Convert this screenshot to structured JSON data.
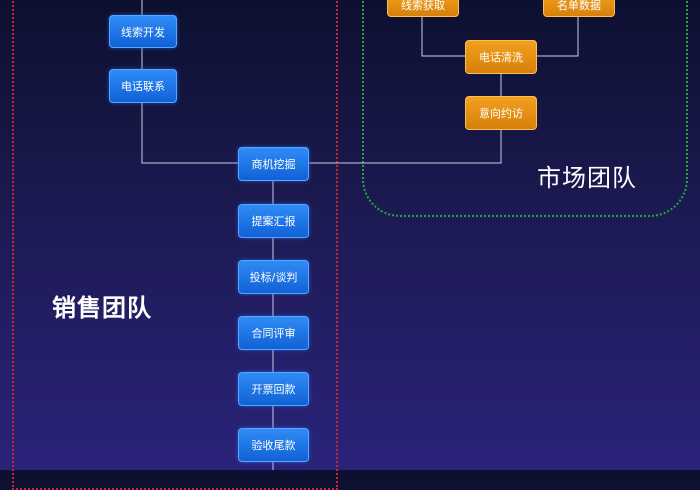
{
  "sales_team": {
    "label": "销售团队",
    "steps": [
      "线索开发",
      "电话联系"
    ],
    "main_flow": [
      "商机挖掘",
      "提案汇报",
      "投标/谈判",
      "合同评审",
      "开票回款",
      "验收尾款"
    ]
  },
  "market_team": {
    "label": "市场团队",
    "sources": [
      "线索获取",
      "名单数据"
    ],
    "steps": [
      "电话清洗",
      "意向约访"
    ]
  },
  "colors": {
    "sales_border": "#d0203a",
    "market_border": "#22a83a",
    "sales_box": "#1a6fe6",
    "market_box": "#e38f12"
  }
}
